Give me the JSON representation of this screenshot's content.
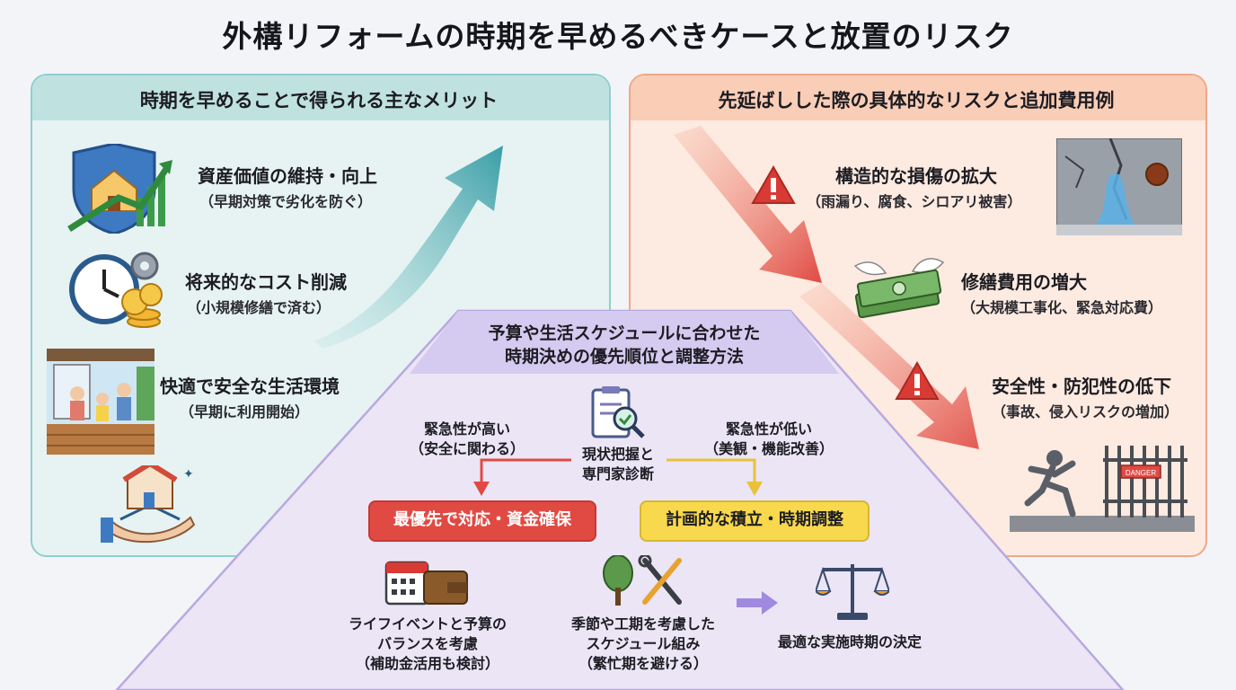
{
  "title": "外構リフォームの時期を早めるべきケースと放置のリスク",
  "left_panel": {
    "heading": "時期を早めることで得られる主なメリット",
    "items": [
      {
        "title": "資産価値の維持・向上",
        "sub": "（早期対策で劣化を防ぐ）",
        "icon": "house-shield-growth-icon"
      },
      {
        "title": "将来的なコスト削減",
        "sub": "（小規模修繕で済む）",
        "icon": "clock-coins-icon"
      },
      {
        "title": "快適で安全な生活環境",
        "sub": "（早期に利用開始）",
        "icon": "family-deck-icon"
      }
    ],
    "extra_icon": "hand-house-icon"
  },
  "right_panel": {
    "heading": "先延ばしした際の具体的なリスクと追加費用例",
    "items": [
      {
        "title": "構造的な損傷の拡大",
        "sub": "（雨漏り、腐食、シロアリ被害）",
        "icon": "cracked-wall-icon"
      },
      {
        "title": "修繕費用の増大",
        "sub": "（大規模工事化、緊急対応費）",
        "icon": "flying-money-icon"
      },
      {
        "title": "安全性・防犯性の低下",
        "sub": "（事故、侵入リスクの増加）",
        "icon": "falling-person-gate-icon"
      }
    ],
    "sign_text": "DANGER"
  },
  "center": {
    "heading_line1": "予算や生活スケジュールに合わせた",
    "heading_line2": "時期決めの優先順位と調整方法",
    "diagnosis_line1": "現状把握と",
    "diagnosis_line2": "専門家診断",
    "high": {
      "line1": "緊急性が高い",
      "line2": "（安全に関わる）",
      "action": "最優先で対応・資金確保"
    },
    "low": {
      "line1": "緊急性が低い",
      "line2": "（美観・機能改善）",
      "action": "計画的な積立・時期調整"
    },
    "steps": [
      {
        "lines": [
          "ライフイベントと予算の",
          "バランスを考慮",
          "（補助金活用も検討）"
        ],
        "icon": "calendar-wallet-icon"
      },
      {
        "lines": [
          "季節や工期を考慮した",
          "スケジュール組み",
          "（繁忙期を避ける）"
        ],
        "icon": "tree-tools-icon"
      },
      {
        "lines": [
          "最適な実施時期の決定"
        ],
        "icon": "scale-icon"
      }
    ]
  },
  "colors": {
    "teal": "#8fcfd1",
    "salmon": "#f0a789",
    "lavender": "#b8a9e0",
    "red": "#e04a43",
    "yellow": "#f8d84c"
  }
}
